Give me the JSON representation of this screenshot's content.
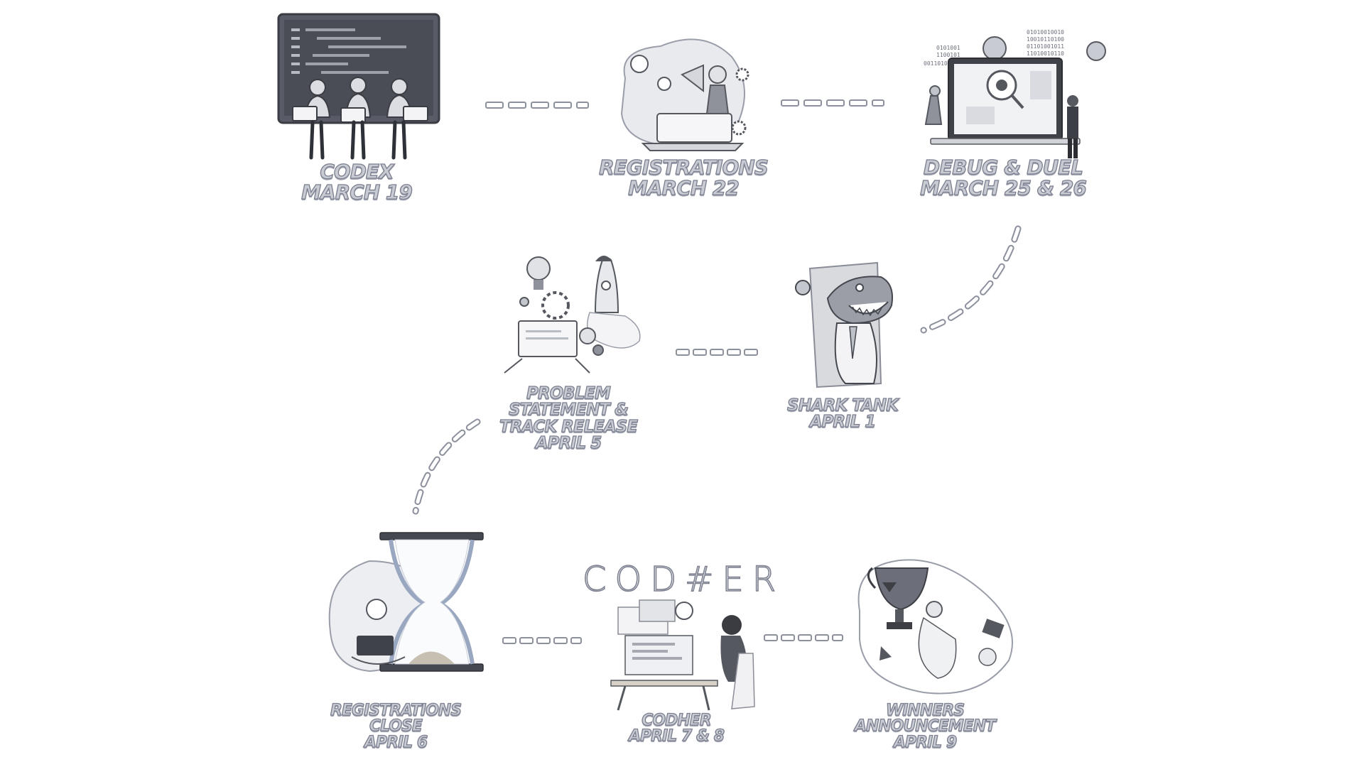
{
  "events": [
    {
      "id": "codex",
      "lines": [
        "CODEX",
        "MARCH 19"
      ],
      "icon": "laptop-team-icon"
    },
    {
      "id": "registrations",
      "lines": [
        "REGISTRATIONS",
        "MARCH 22"
      ],
      "icon": "megaphone-laptop-icon"
    },
    {
      "id": "debug-duel",
      "lines": [
        "DEBUG & DUEL",
        "MARCH 25 & 26"
      ],
      "icon": "bug-monitor-icon"
    },
    {
      "id": "shark-tank",
      "lines": [
        "SHARK TANK",
        "APRIL 1"
      ],
      "icon": "shark-icon"
    },
    {
      "id": "problem-statement",
      "lines": [
        "PROBLEM",
        "STATEMENT &",
        "TRACK RELEASE",
        "APRIL 5"
      ],
      "icon": "rocket-idea-icon"
    },
    {
      "id": "registrations-close",
      "lines": [
        "REGISTRATIONS",
        "CLOSE",
        "APRIL 6"
      ],
      "icon": "hourglass-icon"
    },
    {
      "id": "codher",
      "lines": [
        "CODHER",
        "APRIL 7 & 8"
      ],
      "icon": "desk-coder-icon"
    },
    {
      "id": "winners",
      "lines": [
        "WINNERS",
        "ANNOUNCEMENT",
        "APRIL 9"
      ],
      "icon": "trophy-icon"
    }
  ],
  "brand": "COD#ER",
  "colors": {
    "ink": "#7b7f8f",
    "fill": "#c9cbd3",
    "dark": "#55585f",
    "background": "#ffffff"
  }
}
